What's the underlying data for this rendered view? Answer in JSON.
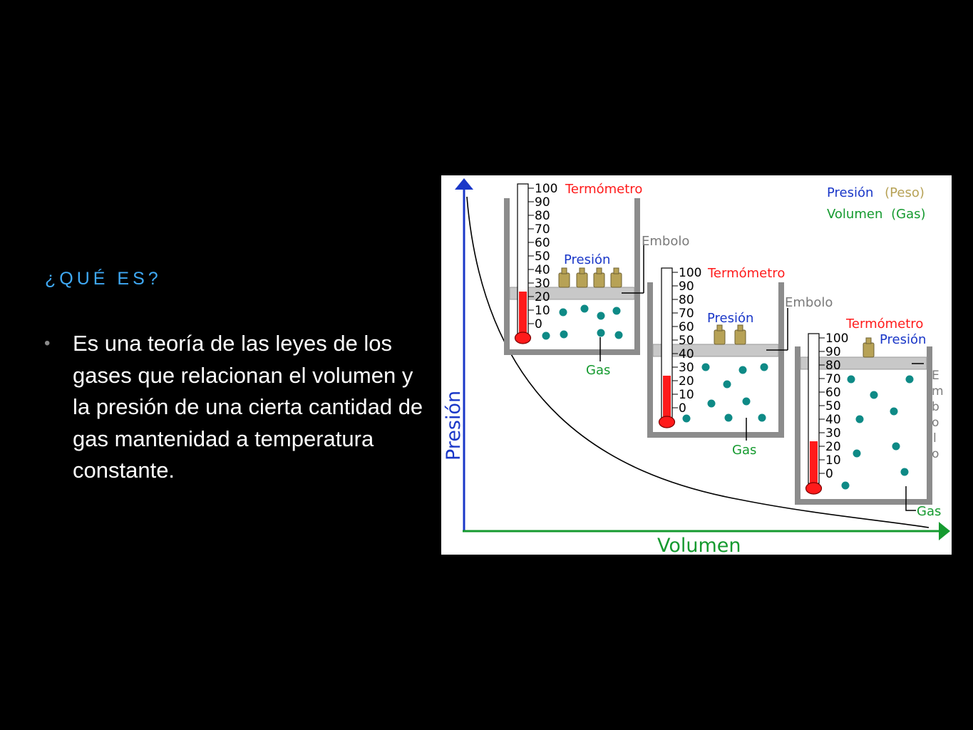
{
  "slide": {
    "heading": "¿QUÉ ES?",
    "bullets": [
      "Es una teoría de las leyes de los gases que relacionan el volumen y la presión de una cierta cantidad de gas mantenidad a temperatura constante."
    ]
  },
  "figure": {
    "axis_y_label": "Presión",
    "axis_x_label": "Volumen",
    "legend": {
      "presion": "Presión",
      "peso": "(Peso)",
      "volumen": "Volumen",
      "gas": "(Gas)"
    },
    "containers": [
      {
        "termometro": "Termómetro",
        "presion": "Presión",
        "embolo": "Embolo",
        "gas": "Gas",
        "piston_level": 20,
        "scale": [
          "100",
          "90",
          "80",
          "70",
          "60",
          "50",
          "40",
          "30",
          "20",
          "10",
          "0"
        ]
      },
      {
        "termometro": "Termómetro",
        "presion": "Presión",
        "embolo": "Embolo",
        "gas": "Gas",
        "piston_level": 40,
        "scale": [
          "100",
          "90",
          "80",
          "70",
          "60",
          "50",
          "40",
          "30",
          "20",
          "10",
          "0"
        ]
      },
      {
        "termometro": "Termómetro",
        "presion": "Presión",
        "embolo_vertical": [
          "E",
          "m",
          "b",
          "o",
          "l",
          "o"
        ],
        "gas": "Gas",
        "piston_level": 80,
        "scale": [
          "100",
          "90",
          "80",
          "70",
          "60",
          "50",
          "40",
          "30",
          "20",
          "10",
          "0"
        ]
      }
    ],
    "colors": {
      "pressure": "#1a37c8",
      "volume": "#159a2f",
      "thermometer": "#ff1b1b",
      "weight": "#b7a256",
      "gas_particle": "#0e8a86",
      "container": "#8c8c8c",
      "label_gray": "#7a7a7a"
    }
  }
}
